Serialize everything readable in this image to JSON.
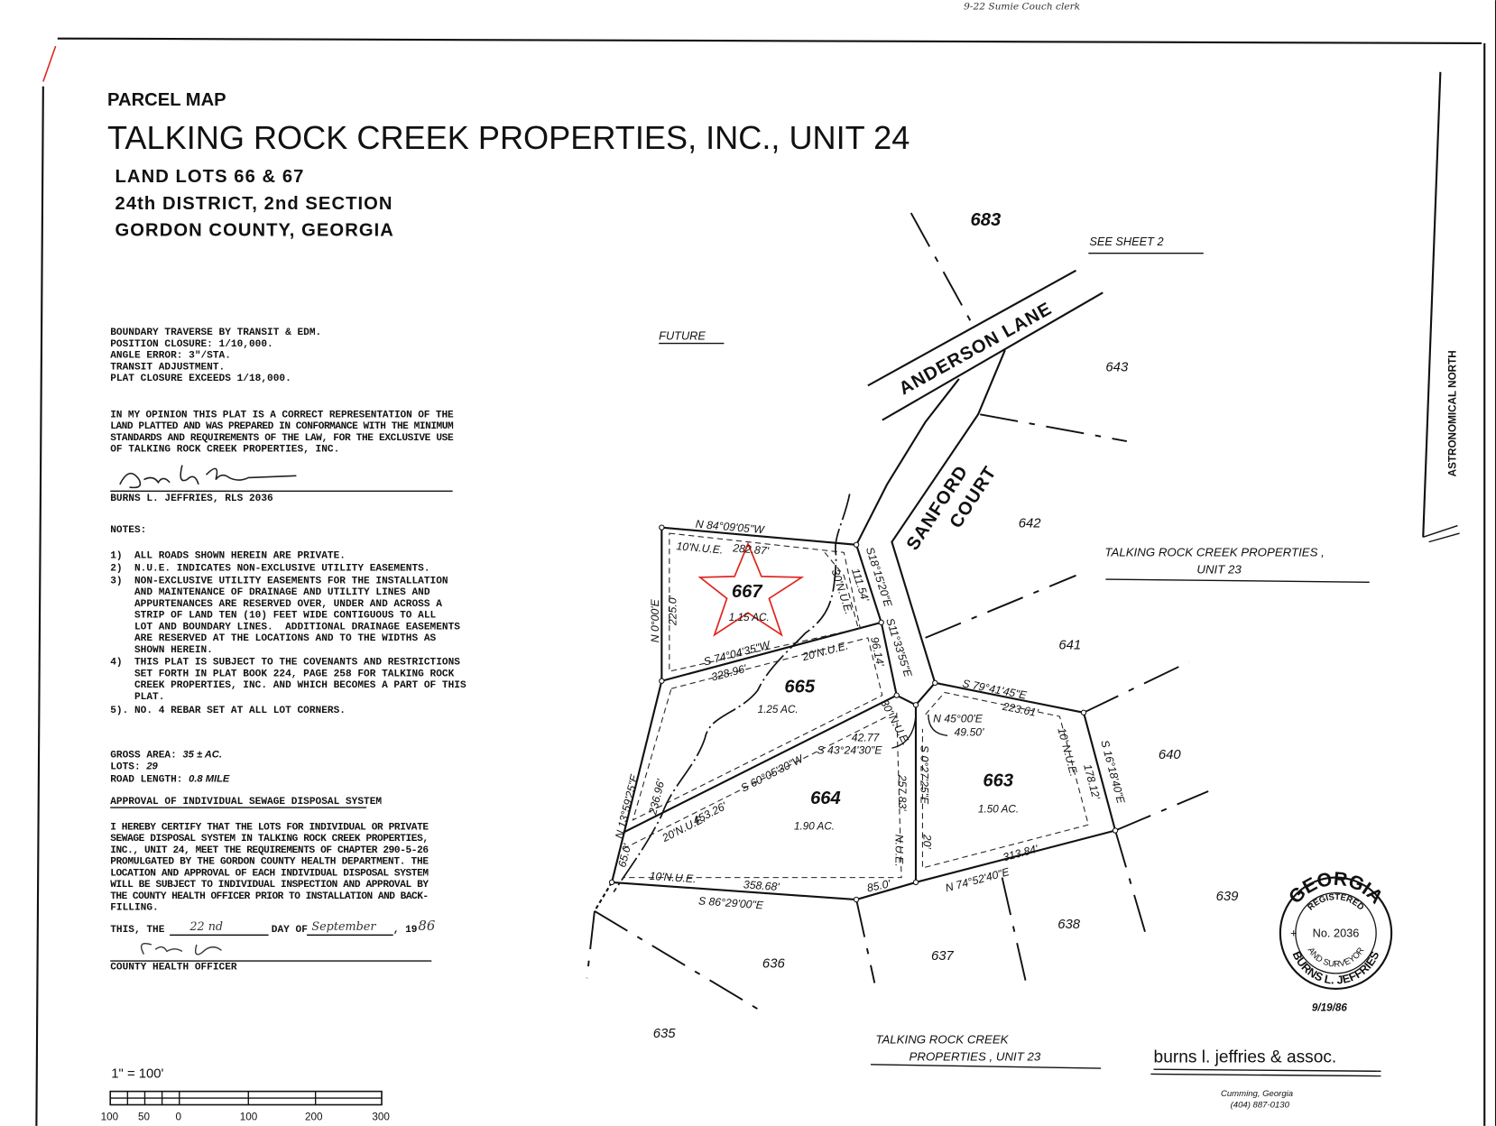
{
  "header": {
    "label": "PARCEL MAP",
    "title": "TALKING ROCK CREEK PROPERTIES,  INC.,  UNIT 24",
    "sub": [
      "LAND LOTS 66 & 67",
      "24th DISTRICT,  2nd SECTION",
      "GORDON COUNTY,  GEORGIA"
    ],
    "handwritten_top": "9-22   Sumie Couch  clerk"
  },
  "survey": {
    "lines": [
      "BOUNDARY TRAVERSE BY TRANSIT & EDM.",
      "POSITION CLOSURE: 1/10,000.",
      "ANGLE ERROR:  3\"/STA.",
      "TRANSIT ADJUSTMENT.",
      "PLAT CLOSURE EXCEEDS 1/18,000."
    ],
    "opinion": [
      "IN MY OPINION THIS PLAT IS A CORRECT REPRESENTATION OF THE",
      "LAND PLATTED AND WAS PREPARED IN CONFORMANCE WITH THE MINIMUM",
      "STANDARDS AND REQUIREMENTS OF THE LAW, FOR THE EXCLUSIVE USE",
      "OF TALKING ROCK CREEK PROPERTIES, INC."
    ],
    "surveyor": "BURNS L. JEFFRIES, RLS 2036"
  },
  "notes": {
    "heading": "NOTES:",
    "lines": [
      "1)  ALL ROADS SHOWN HEREIN ARE PRIVATE.",
      "2)  N.U.E. INDICATES NON-EXCLUSIVE UTILITY EASEMENTS.",
      "3)  NON-EXCLUSIVE UTILITY EASEMENTS FOR THE INSTALLATION",
      "    AND MAINTENANCE OF DRAINAGE AND UTILITY LINES AND",
      "    APPURTENANCES ARE RESERVED OVER, UNDER AND ACROSS A",
      "    STRIP OF LAND TEN (10) FEET WIDE CONTIGUOUS TO ALL",
      "    LOT AND BOUNDARY LINES.  ADDITIONAL DRAINAGE EASEMENTS",
      "    ARE RESERVED AT THE LOCATIONS AND TO THE WIDTHS AS",
      "    SHOWN HEREIN.",
      "4)  THIS PLAT IS SUBJECT TO THE COVENANTS AND RESTRICTIONS",
      "    SET FORTH IN PLAT BOOK 224, PAGE 258 FOR TALKING ROCK",
      "    CREEK PROPERTIES, INC. AND WHICH BECOMES A PART OF THIS",
      "    PLAT.",
      "5). NO. 4 REBAR SET AT ALL LOT CORNERS."
    ]
  },
  "stats": {
    "gross_label": "GROSS AREA:",
    "gross": "35 ± AC.",
    "lots_label": "LOTS:",
    "lots": "29",
    "road_label": "ROAD LENGTH:",
    "road": "0.8  MILE"
  },
  "sewage": {
    "heading": "APPROVAL OF INDIVIDUAL SEWAGE DISPOSAL SYSTEM",
    "lines": [
      "I HEREBY CERTIFY THAT THE LOTS FOR INDIVIDUAL OR PRIVATE",
      "SEWAGE DISPOSAL SYSTEM IN TALKING ROCK CREEK PROPERTIES,",
      "INC., UNIT 24, MEET THE REQUIREMENTS OF CHAPTER 290-5-26",
      "PROMULGATED BY THE GORDON COUNTY HEALTH DEPARTMENT.  THE",
      "LOCATION AND APPROVAL OF EACH INDIVIDUAL DISPOSAL SYSTEM",
      "WILL BE SUBJECT TO INDIVIDUAL INSPECTION AND APPROVAL BY",
      "THE COUNTY HEALTH OFFICER PRIOR TO INSTALLATION AND BACK-",
      "FILLING."
    ],
    "this_the": "THIS, THE",
    "day": "22 nd",
    "day_of": "DAY OF",
    "month": "September",
    "year_prefix": ", 19",
    "year": "86",
    "officer": "COUNTY HEALTH OFFICER"
  },
  "scale": {
    "label": "1\" = 100'",
    "ticks": [
      "100",
      "50",
      "0",
      "100",
      "200",
      "300"
    ]
  },
  "lots": [
    {
      "num": "667",
      "acres": "1.15 AC."
    },
    {
      "num": "665",
      "acres": "1.25 AC."
    },
    {
      "num": "664",
      "acres": "1.90 AC."
    },
    {
      "num": "663",
      "acres": "1.50 AC."
    }
  ],
  "adjacent_lots": [
    "683",
    "643",
    "642",
    "641",
    "640",
    "639",
    "638",
    "637",
    "636",
    "635"
  ],
  "roads": {
    "anderson": "ANDERSON LANE",
    "sanford1": "SANFORD",
    "sanford2": "COURT"
  },
  "map_labels": {
    "future": "FUTURE",
    "see_sheet": "SEE SHEET 2",
    "unit23_right_1": "TALKING ROCK CREEK PROPERTIES ,",
    "unit23_right_2": "UNIT 23",
    "unit23_bottom_1": "TALKING  ROCK CREEK",
    "unit23_bottom_2": "PROPERTIES , UNIT 23",
    "north": "ASTRONOMICAL  NORTH"
  },
  "dimensions": {
    "d1": "N 84°09'05\"W",
    "d2": "10'N.U.E.",
    "d3": "282.87'",
    "d4": "N 0°00'E",
    "d5": "225.0'",
    "d6": "30'N.U.E.",
    "d7": "111.54'",
    "d8": "S18°15'20\"E",
    "d9": "S11°33'55\"E",
    "d10": "96.14'",
    "d11": "S 74°04'35\"W",
    "d12": "328.96'",
    "d13": "20'N.U.E.",
    "d14": "N 13°59'25\"E",
    "d15": "236.96'",
    "d16": "S 60°05'30\"W",
    "d17": "453.26'",
    "d18": "20'N.U.E.",
    "d19": "65.0'",
    "d20": "10'N.U.E.",
    "d21": "358.68'",
    "d22": "S 86°29'00\"E",
    "d23": "85.0'",
    "d24": "42.77",
    "d25": "S 43°24'30\"E",
    "d26": "30' N.U.E.",
    "d27": "257.83'",
    "d28": "N.U.E.",
    "d29": "S 0°27'25\"E",
    "d30": "20'",
    "d31": "N 45°00'E",
    "d32": "49.50'",
    "d33": "S 79°41'45\"E",
    "d34": "223.61'",
    "d35": "10' N.U.E.",
    "d36": "S 16°18'40\"E",
    "d37": "178.12'",
    "d38": "313.84'",
    "d39": "N 74°52'40\"E"
  },
  "seal": {
    "top": "GEORGIA",
    "registered": "REGISTERED",
    "no": "No. 2036",
    "and_surveyor": "AND SURVEYOR",
    "name": "BURNS L. JEFFRIES"
  },
  "seal_date": "9/19/86",
  "firm": {
    "name": "burns l. jeffries  &  assoc.",
    "city": "Cumming, Georgia",
    "phone": "(404) 887-0130"
  },
  "colors": {
    "star": "#e0261e",
    "ink": "#111111"
  }
}
